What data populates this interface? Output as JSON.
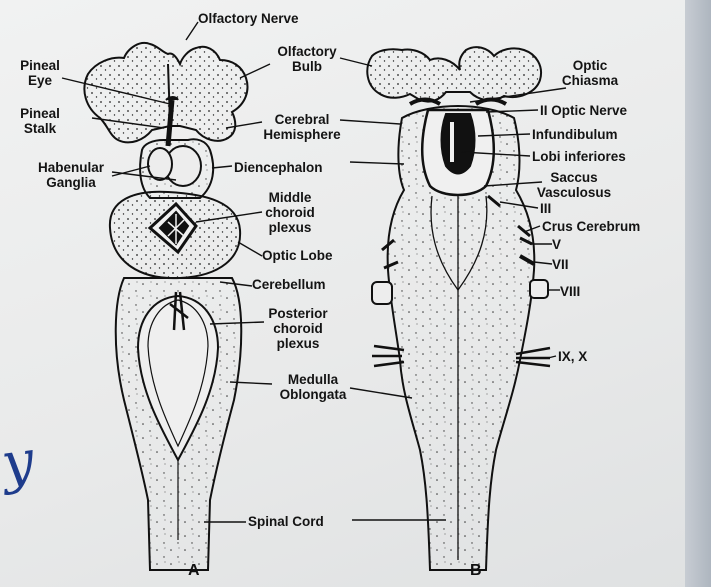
{
  "figure_labels": {
    "a": "A",
    "b": "B"
  },
  "handwriting": "y",
  "labels_a": {
    "olfactory_nerve": "Olfactory Nerve",
    "pineal_eye": "Pineal\nEye",
    "pineal_stalk": "Pineal\nStalk",
    "habenular_ganglia": "Habenular\nGanglia",
    "olfactory_bulb": "Olfactory\nBulb",
    "cerebral_hemisphere": "Cerebral\nHemisphere",
    "diencephalon": "Diencephalon",
    "middle_choroid_plexus": "Middle\nchoroid\nplexus",
    "optic_lobe": "Optic Lobe",
    "cerebellum": "Cerebellum",
    "posterior_choroid_plexus": "Posterior\nchoroid\nplexus",
    "medulla_oblongata": "Medulla\nOblongata",
    "spinal_cord": "Spinal Cord"
  },
  "labels_b": {
    "optic_chiasma": "Optic\nChiasma",
    "ii_optic_nerve": "II Optic Nerve",
    "infundibulum": "Infundibulum",
    "lobi_inferiores": "Lobi inferiores",
    "saccus_vasculosus": "Saccus\nVasculosus",
    "iii": "III",
    "crus_cerebrum": "Crus Cerebrum",
    "v": "V",
    "vii": "VII",
    "viii": "VIII",
    "ix_x": "IX, X"
  }
}
